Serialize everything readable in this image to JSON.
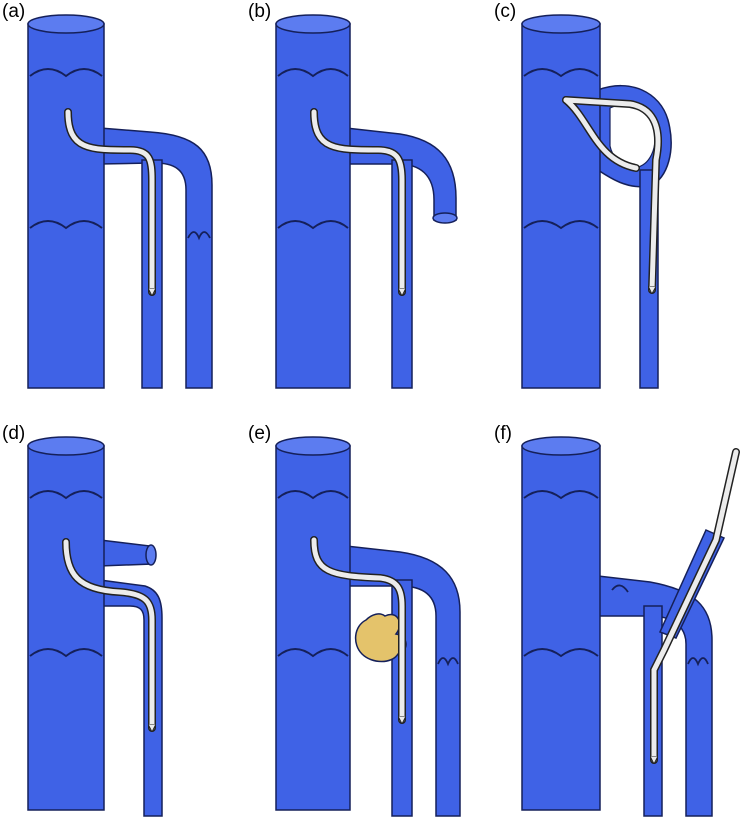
{
  "panels": [
    {
      "label": "(a)"
    },
    {
      "label": "(b)"
    },
    {
      "label": "(c)"
    },
    {
      "label": "(d)"
    },
    {
      "label": "(e)"
    },
    {
      "label": "(f)"
    }
  ],
  "colors": {
    "vein": "#3f62e6",
    "vein_top": "#5c7cf0",
    "outline": "#15205a",
    "wire": "#ececec",
    "cyst": "#e4c36b",
    "background": "#ffffff"
  }
}
